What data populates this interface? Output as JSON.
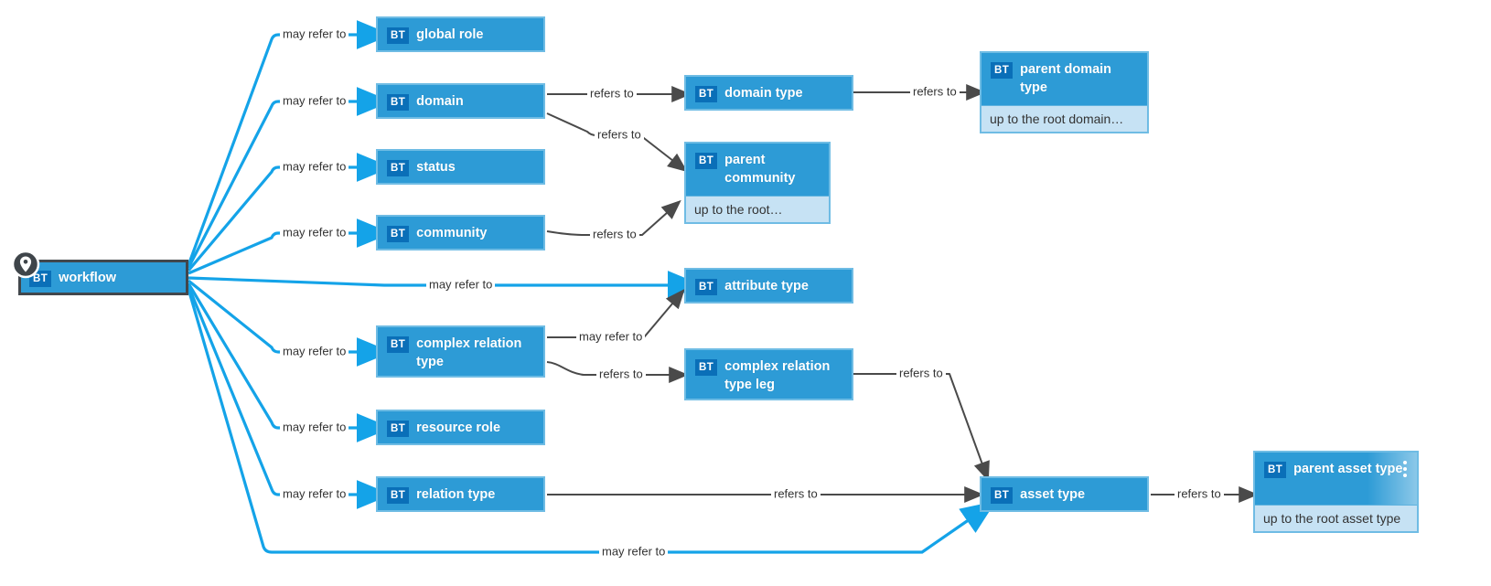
{
  "diagram": {
    "badge": "BT",
    "nodes": {
      "workflow": {
        "label": "workflow",
        "pinned": true
      },
      "global_role": {
        "label": "global role"
      },
      "domain": {
        "label": "domain"
      },
      "status": {
        "label": "status"
      },
      "community": {
        "label": "community"
      },
      "domain_type": {
        "label": "domain type"
      },
      "parent_domain_type": {
        "label": "parent domain type",
        "note": "up to the root domain…"
      },
      "parent_community": {
        "label": "parent community",
        "note": "up to the root…"
      },
      "attribute_type": {
        "label": "attribute type"
      },
      "complex_relation_type": {
        "label": "complex relation type"
      },
      "complex_relation_type_leg": {
        "label": "complex relation type leg"
      },
      "resource_role": {
        "label": "resource role"
      },
      "relation_type": {
        "label": "relation type"
      },
      "asset_type": {
        "label": "asset type"
      },
      "parent_asset_type": {
        "label": "parent asset type",
        "note": "up to the root asset type",
        "has_menu": true
      }
    },
    "edges": [
      {
        "from": "workflow",
        "to": "global_role",
        "label": "may refer to",
        "color": "blue"
      },
      {
        "from": "workflow",
        "to": "domain",
        "label": "may refer to",
        "color": "blue"
      },
      {
        "from": "workflow",
        "to": "status",
        "label": "may refer to",
        "color": "blue"
      },
      {
        "from": "workflow",
        "to": "community",
        "label": "may refer to",
        "color": "blue"
      },
      {
        "from": "workflow",
        "to": "attribute_type",
        "label": "may refer to",
        "color": "blue"
      },
      {
        "from": "workflow",
        "to": "complex_relation_type",
        "label": "may refer to",
        "color": "blue"
      },
      {
        "from": "workflow",
        "to": "resource_role",
        "label": "may refer to",
        "color": "blue"
      },
      {
        "from": "workflow",
        "to": "relation_type",
        "label": "may refer to",
        "color": "blue"
      },
      {
        "from": "workflow",
        "to": "asset_type",
        "label": "may refer to",
        "color": "blue"
      },
      {
        "from": "domain",
        "to": "domain_type",
        "label": "refers to",
        "color": "gray"
      },
      {
        "from": "domain",
        "to": "parent_community",
        "label": "refers to",
        "color": "gray"
      },
      {
        "from": "community",
        "to": "parent_community",
        "label": "refers to",
        "color": "gray"
      },
      {
        "from": "domain_type",
        "to": "parent_domain_type",
        "label": "refers to",
        "color": "gray"
      },
      {
        "from": "complex_relation_type",
        "to": "attribute_type",
        "label": "may refer to",
        "color": "gray"
      },
      {
        "from": "complex_relation_type",
        "to": "complex_relation_type_leg",
        "label": "refers to",
        "color": "gray"
      },
      {
        "from": "complex_relation_type_leg",
        "to": "asset_type",
        "label": "refers to",
        "color": "gray"
      },
      {
        "from": "relation_type",
        "to": "asset_type",
        "label": "refers to",
        "color": "gray"
      },
      {
        "from": "asset_type",
        "to": "parent_asset_type",
        "label": "refers to",
        "color": "gray"
      }
    ]
  },
  "colors": {
    "node_fill": "#2D9BD6",
    "node_border": "#6FBCE4",
    "badge_bg": "#0A6FB8",
    "note_bg": "#C6E2F4",
    "edge_may_refer_to": "#14A3E8",
    "edge_refers_to": "#4A4A4A",
    "edge_label_text": "#333333",
    "selected_border": "#42474C",
    "pin_circle": "#3F454A"
  }
}
